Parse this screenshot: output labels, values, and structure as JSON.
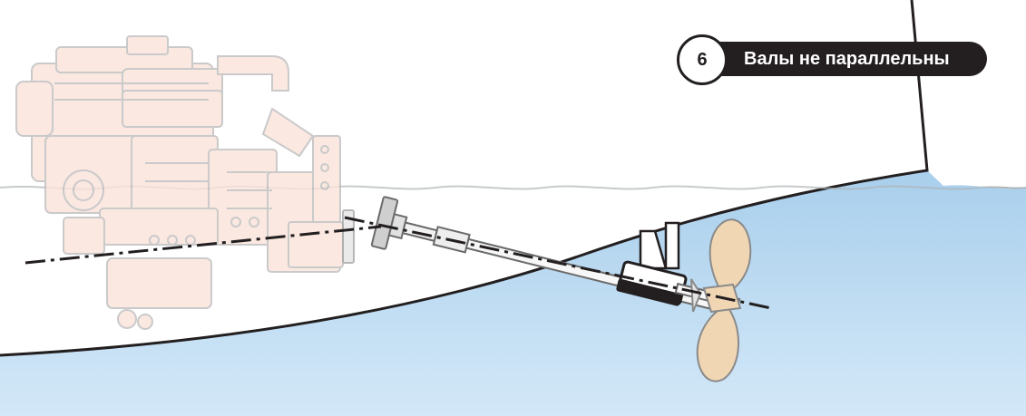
{
  "badge": {
    "number": "6",
    "label": "Валы не параллельны"
  },
  "colors": {
    "water_top": "#a9cfec",
    "water_bottom": "#cfe6f7",
    "engine_fill": "#fbe3da",
    "engine_stroke": "#c6c6c6",
    "propeller_fill": "#f1d6b4",
    "propeller_stroke": "#8a8a8a",
    "hull_line": "#231f20",
    "badge_dark": "#231f20"
  },
  "icons": [
    "engine-illustration",
    "propeller-illustration",
    "shaft-coupling",
    "stern-tube",
    "hull-outline"
  ]
}
